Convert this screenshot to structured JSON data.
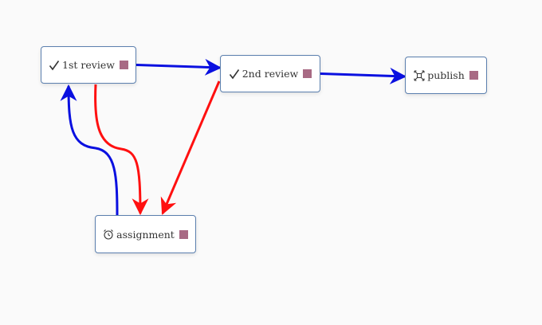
{
  "diagram": {
    "nodes": [
      {
        "id": "review1",
        "label": "1st review",
        "icon": "check-icon",
        "status_color": "#a86a84"
      },
      {
        "id": "review2",
        "label": "2nd review",
        "icon": "check-icon",
        "status_color": "#a86a84"
      },
      {
        "id": "publish",
        "label": "publish",
        "icon": "expand-icon",
        "status_color": "#a86a84"
      },
      {
        "id": "assignment",
        "label": "assignment",
        "icon": "alarm-clock-icon",
        "status_color": "#a86a84"
      }
    ],
    "edges": [
      {
        "from": "review1",
        "to": "review2",
        "color": "#0a10e0"
      },
      {
        "from": "review2",
        "to": "publish",
        "color": "#0a10e0"
      },
      {
        "from": "review1",
        "to": "assignment",
        "color": "#ff1010"
      },
      {
        "from": "review2",
        "to": "assignment",
        "color": "#ff1010"
      },
      {
        "from": "assignment",
        "to": "review1",
        "color": "#0a10e0"
      }
    ]
  }
}
